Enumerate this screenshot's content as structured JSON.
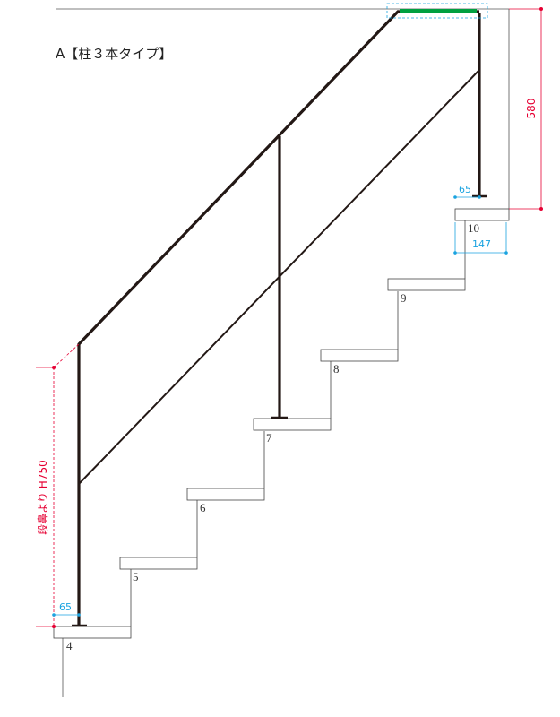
{
  "title": "A【柱３本タイプ】",
  "colors": {
    "handrail": "#231815",
    "dim_blue": "#1aa3e0",
    "dim_red": "#e60033",
    "cap_green": "#00a040",
    "line": "#333333"
  },
  "steps": [
    {
      "number": "4"
    },
    {
      "number": "5"
    },
    {
      "number": "6"
    },
    {
      "number": "7"
    },
    {
      "number": "8"
    },
    {
      "number": "9"
    },
    {
      "number": "10"
    }
  ],
  "dimensions": {
    "left_offset": "65",
    "right_offset": "65",
    "top_step_depth": "147",
    "top_height": "580",
    "handrail_height": "段鼻より H750"
  }
}
